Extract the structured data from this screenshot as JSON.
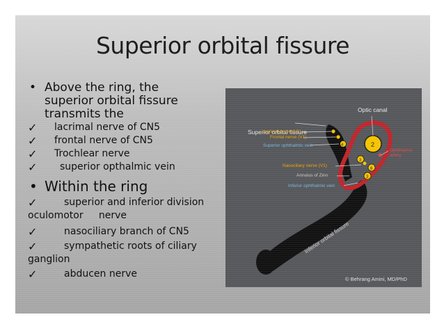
{
  "title": "Superior orbital fissure",
  "bullets": {
    "b1_line1": "Above the ring, the",
    "b1_line2": "superior orbital fissure",
    "b1_line3": "transmits the",
    "above": [
      "lacrimal nerve of CN5",
      "frontal nerve of CN5",
      "Trochlear nerve",
      "superior opthalmic vein"
    ],
    "b2": "Within the ring",
    "within": [
      {
        "line1": "superior and inferior division",
        "line2": "oculomotor     nerve"
      },
      {
        "line1": "nasociliary branch of CN5",
        "line2": ""
      },
      {
        "line1": "sympathetic roots of ciliary",
        "line2": "ganglion"
      },
      {
        "line1": "abducen nerve",
        "line2": ""
      }
    ],
    "bullet_char": "•",
    "check_char": "✓"
  },
  "figure": {
    "label_sof": "Superior orbital fissure",
    "label_optic_canal": "Optic canal",
    "label_lacrimal": "Lacrimal nerve (V1)",
    "label_frontal": "Frontal nerve (V1)",
    "label_sup_ophth_vein": "Superior ophthalmic vein",
    "label_nasociliary": "Nasociliary nerve (V1)",
    "label_annulus": "Annulus of Zinn",
    "label_inf_ophth_vein": "Inferior ophthalmic vein",
    "label_ophth_artery_1": "Ophthalmic",
    "label_ophth_artery_2": "artery",
    "label_inf_orbital_fissure": "Inferior orbital fissure",
    "num_2": "2",
    "num_4": "4",
    "num_3a": "3",
    "num_6": "6",
    "num_3b": "3",
    "credit": "© Behrang Amini, MD/PhD",
    "colors": {
      "background": "#55575a",
      "fissure": "#111111",
      "ring": "#c0242b",
      "nerve": "#f5c400",
      "label_orange": "#f2a200",
      "label_blue": "#7ab6e0"
    }
  }
}
